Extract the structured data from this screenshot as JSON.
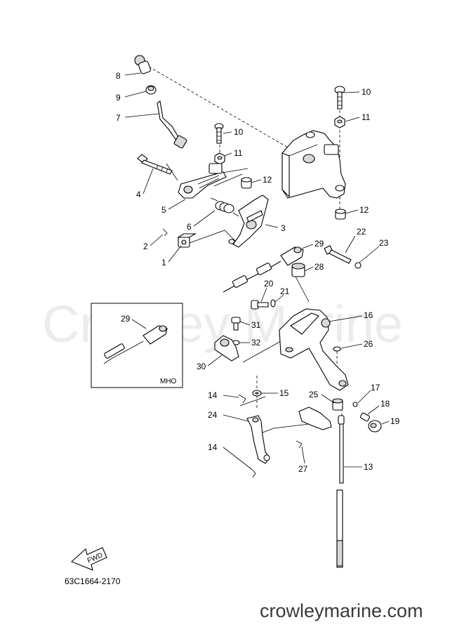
{
  "watermark": "Crowley Marine",
  "footer_site": "crowleymarine.com",
  "diagram_code": "63C1664-2170",
  "fwd_label": "FWD",
  "inset_label": "MHO",
  "callouts": {
    "c8": "8",
    "c9": "9",
    "c7": "7",
    "c10a": "10",
    "c11a": "11",
    "c12a": "12",
    "c4": "4",
    "c5": "5",
    "c6": "6",
    "c3": "3",
    "c2": "2",
    "c1": "1",
    "c10b": "10",
    "c11b": "11",
    "c12b": "12",
    "c22": "22",
    "c23": "23",
    "c29": "29",
    "c28": "28",
    "c20": "20",
    "c21": "21",
    "c16": "16",
    "c31": "31",
    "c32": "32",
    "c26": "26",
    "c30": "30",
    "c29i": "29",
    "c14a": "14",
    "c15": "15",
    "c25": "25",
    "c17": "17",
    "c18": "18",
    "c19": "19",
    "c24": "24",
    "c14b": "14",
    "c27": "27",
    "c13": "13"
  }
}
